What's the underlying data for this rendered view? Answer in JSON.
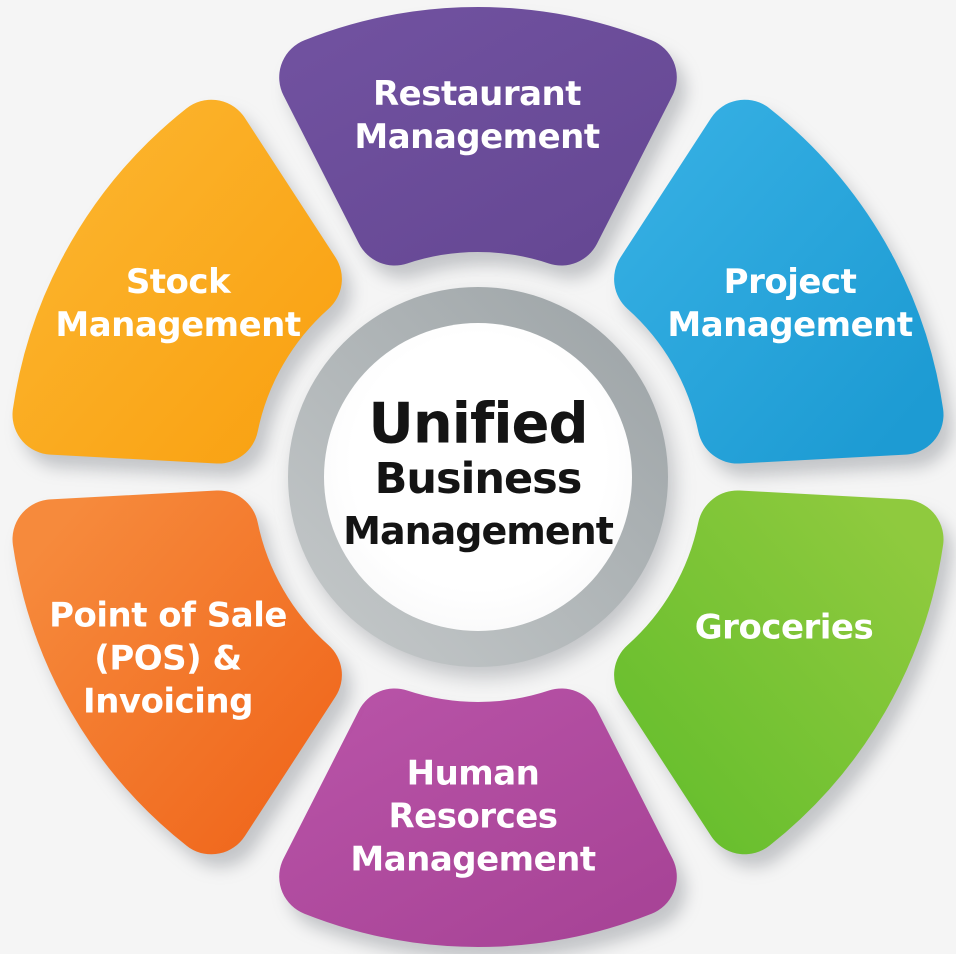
{
  "background_color": "#F5F5F5",
  "center": {
    "line1": "Unified",
    "line2": "Business",
    "line3": "Management",
    "text_color": "#141414",
    "ring_color_dark": "#9BA2A5",
    "ring_color_light": "#C6CACB",
    "inner_color_center": "#FFFFFF",
    "inner_color_edge": "#F3F3F4"
  },
  "petals": {
    "restaurant": {
      "label": "Restaurant\nManagement",
      "color_start": "#70519F",
      "color_end": "#664894",
      "text_color": "#FFFFFF"
    },
    "project": {
      "label": "Project\nManagement",
      "color_start": "#35AFE3",
      "color_end": "#1D9BD3",
      "text_color": "#FFFFFF"
    },
    "groceries": {
      "label": "Groceries",
      "color_start": "#8FCA3E",
      "color_end": "#66BE2D",
      "text_color": "#FFFFFF"
    },
    "human_resources": {
      "label": "Human\nResorces\nManagement",
      "color_start": "#B752A6",
      "color_end": "#A84497",
      "text_color": "#FFFFFF"
    },
    "pos_invoicing": {
      "label": "Point of Sale\n(POS) &\nInvoicing",
      "color_start": "#F68A3C",
      "color_end": "#F0671C",
      "text_color": "#FFFFFF"
    },
    "stock": {
      "label": "Stock\nManagement",
      "color_start": "#FCB52E",
      "color_end": "#F9A213",
      "text_color": "#FFFFFF"
    }
  }
}
